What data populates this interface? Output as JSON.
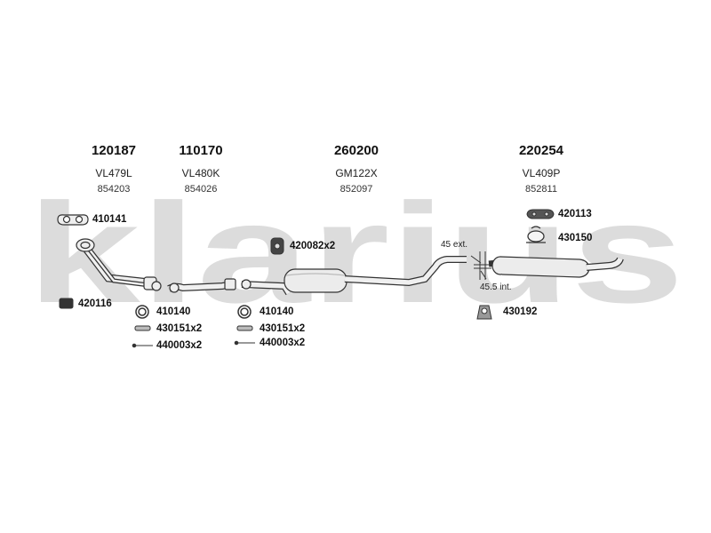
{
  "watermark": "klarius",
  "main_parts": [
    {
      "part_number": "120187",
      "code": "VL479L",
      "ref": "854203"
    },
    {
      "part_number": "110170",
      "code": "VL480K",
      "ref": "854026"
    },
    {
      "part_number": "260200",
      "code": "GM122X",
      "ref": "852097"
    },
    {
      "part_number": "220254",
      "code": "VL409P",
      "ref": "852811"
    }
  ],
  "accessories": [
    {
      "label": "410141",
      "icon": "gasket-icon"
    },
    {
      "label": "420116",
      "icon": "rubber-mount-icon"
    },
    {
      "label": "410140",
      "icon": "ring-gasket-icon"
    },
    {
      "label": "430151x2",
      "icon": "clamp-icon"
    },
    {
      "label": "440003x2",
      "icon": "bolt-icon"
    },
    {
      "label": "410140",
      "icon": "ring-gasket-icon"
    },
    {
      "label": "430151x2",
      "icon": "clamp-icon"
    },
    {
      "label": "440003x2",
      "icon": "bolt-icon"
    },
    {
      "label": "420082x2",
      "icon": "rubber-hanger-icon"
    },
    {
      "label": "420113",
      "icon": "rubber-strap-icon"
    },
    {
      "label": "430150",
      "icon": "pipe-clamp-icon"
    },
    {
      "label": "430192",
      "icon": "mounting-bracket-icon"
    }
  ],
  "dimensions": {
    "ext": "45 ext.",
    "int": "45.5 int."
  },
  "colors": {
    "watermark": "#dcdcdc",
    "line": "#333333",
    "fill": "#eeeeee"
  }
}
